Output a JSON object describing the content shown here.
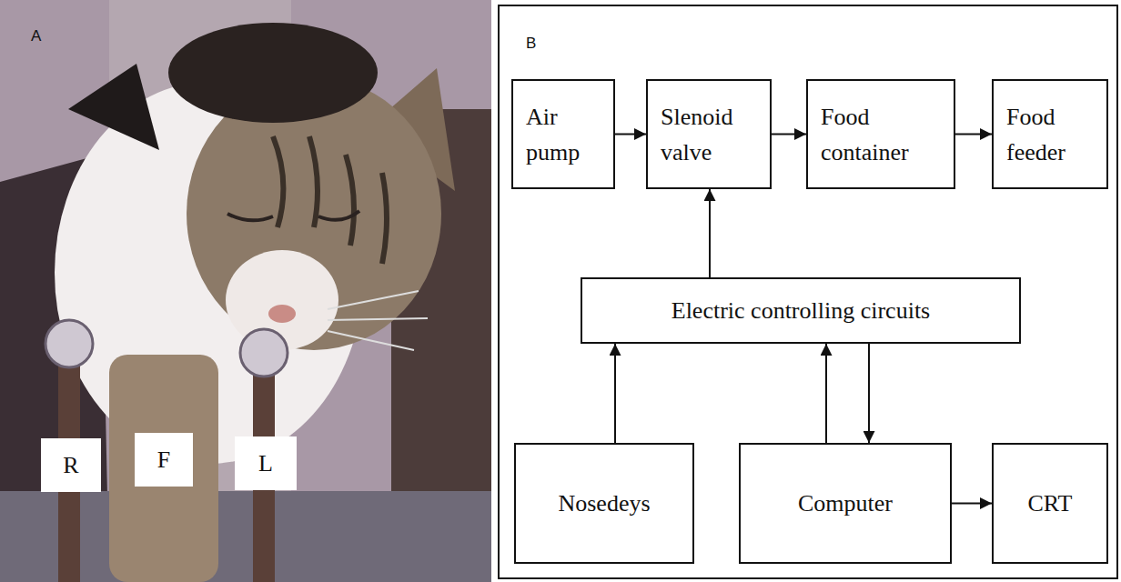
{
  "diagram": {
    "nodes": [
      {
        "text": [
          "R"
        ]
      },
      {
        "text": [
          "F"
        ]
      },
      {
        "text": [
          "L"
        ]
      },
      {
        "text": [
          "Air pump"
        ]
      },
      {
        "text": [
          "Slenoid valve"
        ]
      },
      {
        "text": [
          "Food container"
        ]
      },
      {
        "text": [
          "Food feeder"
        ]
      },
      {
        "text": [
          "Electric controlling circuits"
        ]
      },
      {
        "text": [
          "Nosedeys"
        ]
      },
      {
        "text": [
          "Computer"
        ]
      },
      {
        "text": [
          "CRT"
        ]
      }
    ],
    "edges": [
      {
        "from": 3,
        "to": 4,
        "arrow": "to"
      },
      {
        "from": 4,
        "to": 5,
        "arrow": "to"
      },
      {
        "from": 5,
        "to": 6,
        "arrow": "to"
      },
      {
        "from": 7,
        "to": 4,
        "arrow": "to"
      },
      {
        "from": 8,
        "to": 7,
        "arrow": "to"
      },
      {
        "from": 9,
        "to": 7,
        "arrow": "to"
      },
      {
        "from": 7,
        "to": 9,
        "arrow": "to"
      },
      {
        "from": 9,
        "to": 10,
        "arrow": "to"
      }
    ],
    "labels": [
      "A",
      "B"
    ]
  }
}
